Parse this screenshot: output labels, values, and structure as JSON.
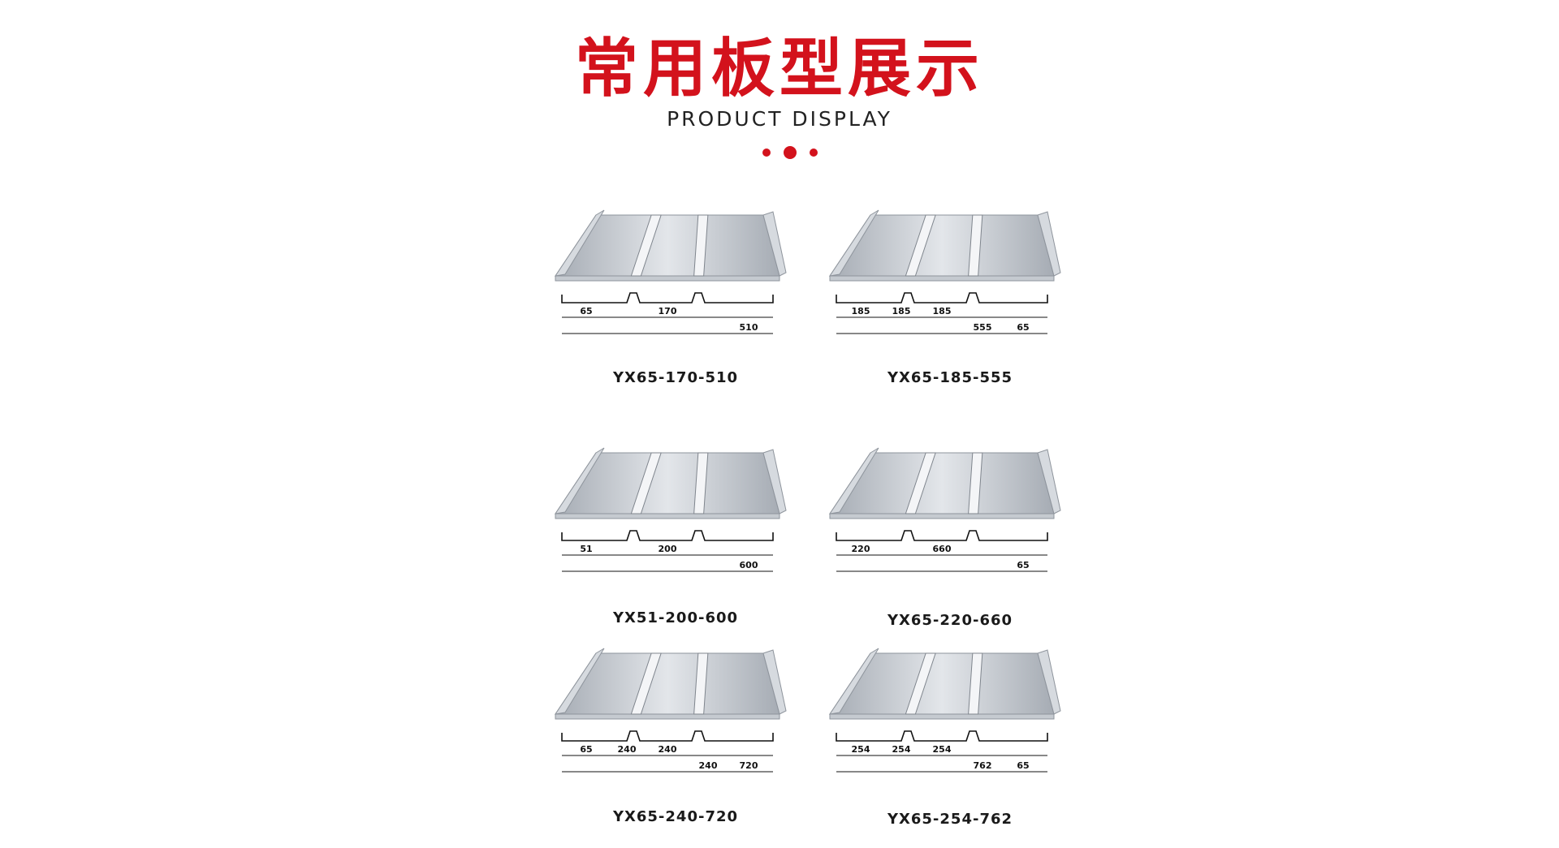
{
  "header": {
    "title": "常用板型展示",
    "subtitle": "PRODUCT DISPLAY"
  },
  "colors": {
    "accent": "#d3121c",
    "steel_light": "#e3e6ea",
    "steel_dark": "#a6acb4"
  },
  "products": [
    {
      "label": "YX65-170-510",
      "dims": [
        "65",
        "170",
        "510"
      ]
    },
    {
      "label": "YX65-185-555",
      "dims": [
        "185",
        "185",
        "185",
        "555",
        "65"
      ]
    },
    {
      "label": "YX51-200-600",
      "dims": [
        "51",
        "200",
        "600"
      ]
    },
    {
      "label": "YX65-220-660",
      "dims": [
        "220",
        "660",
        "65"
      ]
    },
    {
      "label": "YX65-240-720",
      "dims": [
        "65",
        "240",
        "240",
        "240",
        "720"
      ]
    },
    {
      "label": "YX65-254-762",
      "dims": [
        "254",
        "254",
        "254",
        "762",
        "65"
      ]
    }
  ]
}
